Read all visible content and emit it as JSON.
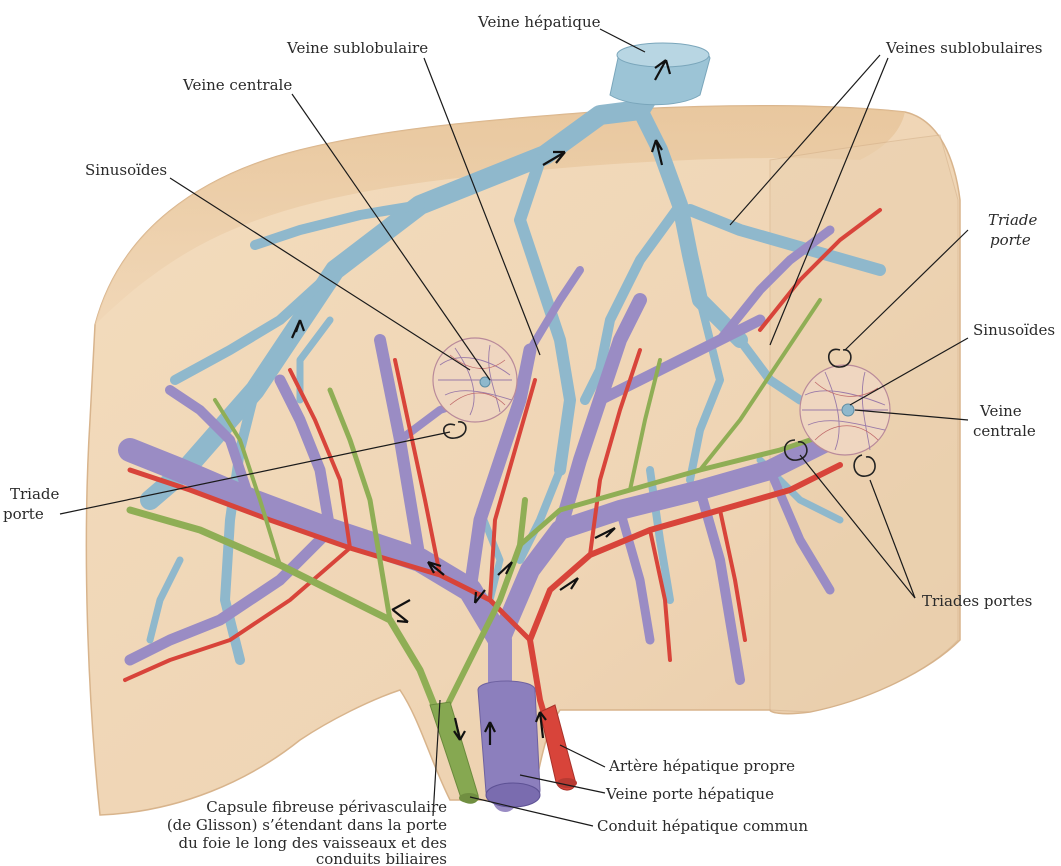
{
  "labels": {
    "veine_hepatique": "Veine hépatique",
    "veine_sublobulaire": "Veine sublobulaire",
    "veines_sublobulaires": "Veines sublobulaires",
    "veine_centrale_left": "Veine centrale",
    "sinusoides_left": "Sinusoïdes",
    "triade_porte_right_l1": "Triade",
    "triade_porte_right_l2": "porte",
    "sinusoides_right": "Sinusoïdes",
    "veine_centrale_right_l1": "Veine",
    "veine_centrale_right_l2": "centrale",
    "triade_porte_left_l1": "Triade",
    "triade_porte_left_l2": "porte",
    "triades_portes": "Triades portes",
    "artere_hepatique_propre": "Artère hépatique propre",
    "veine_porte_hepatique": "Veine porte hépatique",
    "conduit_hepatique_commun": "Conduit hépatique commun",
    "capsule_l1": "Capsule fibreuse périvasculaire",
    "capsule_l2": "(de Glisson) s’étendant dans la porte",
    "capsule_l3": "du foie le long des vaisseaux et des",
    "capsule_l4": "conduits biliaires"
  },
  "colors": {
    "liver": "#f1d9bb",
    "liver_edge": "#d8b48c",
    "hepatic_vein": "#8fb8cc",
    "portal_vein": "#9a8cc4",
    "artery": "#d8443a",
    "bile_duct": "#8fae55"
  }
}
